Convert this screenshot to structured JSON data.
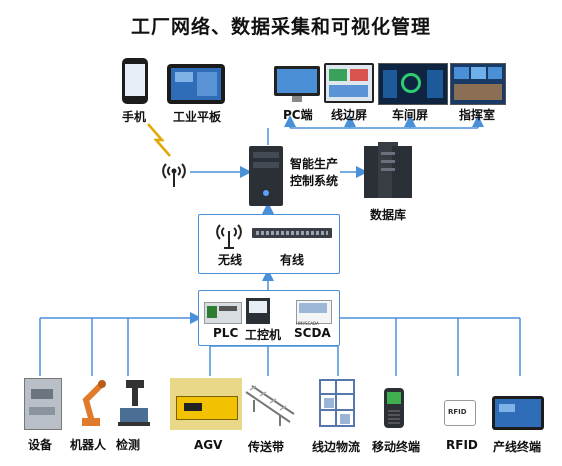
{
  "title": "工厂网络、数据采集和可视化管理",
  "top_devices": {
    "phone": "手机",
    "tablet": "工业平板",
    "pc": "PC端",
    "line_screen": "线边屏",
    "workshop_screen": "车间屏",
    "command_room": "指挥室"
  },
  "center": {
    "system_line1": "智能生产",
    "system_line2": "控制系统",
    "database": "数据库"
  },
  "network": {
    "wireless": "无线",
    "wired": "有线"
  },
  "control": {
    "plc": "PLC",
    "ipc": "工控机",
    "scada": "SCDA",
    "screen_caption": "HMI/SCADA"
  },
  "bottom_devices": {
    "equipment": "设备",
    "robot": "机器人",
    "inspection": "检测",
    "agv": "AGV",
    "conveyor": "传送带",
    "line_logistics": "线边物流",
    "mobile_terminal": "移动终端",
    "rfid": "RFID",
    "line_terminal": "产线终端"
  },
  "colors": {
    "connector": "#4a90d9",
    "screen": "#1f5fa8",
    "server": "#2b2f36"
  }
}
